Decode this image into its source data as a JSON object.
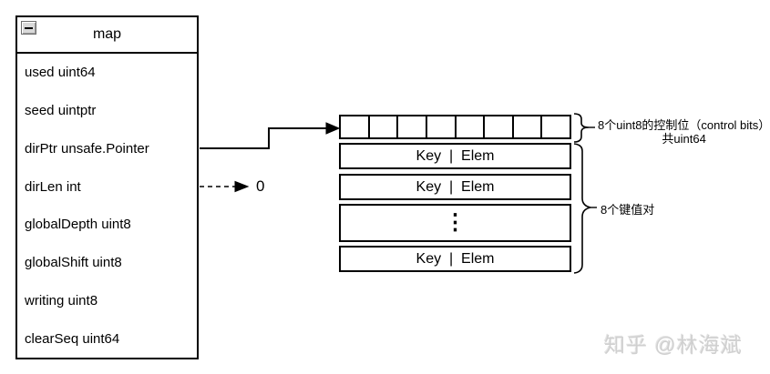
{
  "map_struct": {
    "title": "map",
    "fields": [
      "used uint64",
      "seed uintptr",
      "dirPtr unsafe.Pointer",
      "dirLen int",
      "globalDepth uint8",
      "globalShift uint8",
      "writing uint8",
      "clearSeq uint64"
    ]
  },
  "pointers": {
    "dirlen_value": "0"
  },
  "group": {
    "control_cells": 8,
    "slots": [
      "Key  |  Elem",
      "Key  |  Elem",
      "Key  |  Elem"
    ],
    "ellipsis": "⋮"
  },
  "annotations": {
    "control_line1": "8个uint8的控制位（control bits）",
    "control_line2": "共uint64",
    "pairs": "8个键值对"
  },
  "watermark": "知乎 @林海斌",
  "colors": {
    "line": "#000000",
    "background": "#ffffff",
    "watermark_gray": "#d0d0d0"
  }
}
